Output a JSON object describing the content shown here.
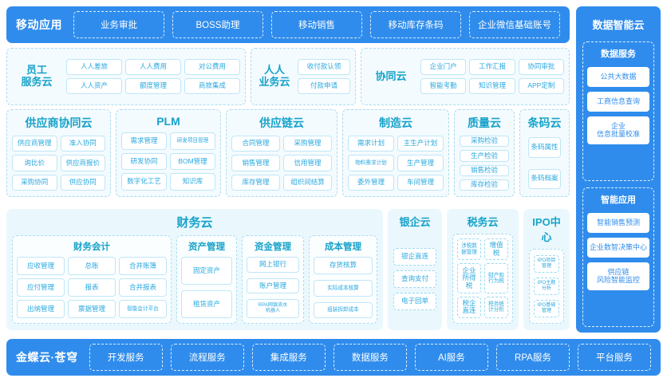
{
  "topbar": {
    "title": "移动应用",
    "items": [
      "业务审批",
      "BOSS助理",
      "移动销售",
      "移动库存条码",
      "企业微信基础账号"
    ]
  },
  "bottombar": {
    "title": "金蝶云·苍穹",
    "items": [
      "开发服务",
      "流程服务",
      "集成服务",
      "数据服务",
      "AI服务",
      "RPA服务",
      "平台服务"
    ]
  },
  "right_column": {
    "title": "数据智能云",
    "groups": [
      {
        "title": "数据服务",
        "items": [
          "公共大数据",
          "工商信息查询",
          "企业\n信息批量校准"
        ]
      },
      {
        "title": "智能应用",
        "items": [
          "智能销售预测",
          "企业数智决策中心",
          "供应链\n风险智能监控"
        ]
      }
    ]
  },
  "row1": [
    {
      "title": "员工\n服务云",
      "items": [
        "人人差旅",
        "人人费用",
        "对公费用",
        "人人资产",
        "额度管理",
        "商旅集成"
      ],
      "cols": 3
    },
    {
      "title": "人人\n业务云",
      "items": [
        "收付款认领",
        "付款申请"
      ],
      "cols": 1
    },
    {
      "title": "协同云",
      "items": [
        "企业门户",
        "工作汇报",
        "协同审批",
        "智能考勤",
        "知识管理",
        "APP定制"
      ],
      "cols": 3
    }
  ],
  "row2": [
    {
      "title": "供应商协同云",
      "items": [
        "供应商管理",
        "准入协同",
        "询比价",
        "供应商报价",
        "采购协同",
        "供应协同"
      ],
      "cols": 2
    },
    {
      "title": "PLM",
      "items": [
        "需求管理",
        "研发项目管理",
        "研发协同",
        "BOM管理",
        "数字化工艺",
        "知识库"
      ],
      "cols": 2
    },
    {
      "title": "供应链云",
      "items": [
        "合同管理",
        "采购管理",
        "销售管理",
        "信用管理",
        "库存管理",
        "组织间结算"
      ],
      "cols": 2
    },
    {
      "title": "制造云",
      "items": [
        "需求计划",
        "主生产计划",
        "物料需求计划",
        "生产管理",
        "委外管理",
        "车间管理"
      ],
      "cols": 2
    },
    {
      "title": "质量云",
      "items": [
        "采购检验",
        "生产检验",
        "销售检验",
        "库存检验"
      ],
      "cols": 1
    },
    {
      "title": "条码云",
      "items": [
        "条码属性",
        "条码档案"
      ],
      "cols": 1
    }
  ],
  "row3": {
    "finance": {
      "title": "财务云",
      "subgroups": [
        {
          "title": "财务会计",
          "cols": 3,
          "items": [
            "应收管理",
            "总账",
            "合并账簿",
            "应付管理",
            "报表",
            "合并报表",
            "出纳管理",
            "票据管理",
            "智能会计平台"
          ]
        },
        {
          "title": "资产管理",
          "cols": 1,
          "items": [
            "固定资产",
            "租赁资产"
          ]
        },
        {
          "title": "资金管理",
          "cols": 1,
          "items": [
            "网上银行",
            "账户管理",
            "RPA网银流水\n机器人"
          ]
        },
        {
          "title": "成本管理",
          "cols": 1,
          "items": [
            "存货核算",
            "实际成本核算",
            "组装拆卸成本"
          ]
        }
      ]
    },
    "bank": {
      "title": "银企云",
      "items": [
        "银企直连",
        "查询支付",
        "电子回单"
      ]
    },
    "tax": {
      "title": "税务云",
      "cols": 2,
      "items": [
        "涉税数据管理",
        "增值税",
        "企业所得税",
        "财产和行为税",
        "税企直连",
        "税务统计分析"
      ]
    },
    "ipo": {
      "title": "IPO中心",
      "items": [
        "IPO项目管理",
        "IPO主题分析",
        "IPO基础管理"
      ]
    }
  },
  "colors": {
    "brand_blue": "#2f8cec",
    "cyan_text": "#17a2c9",
    "chip_text": "#2aa8df",
    "panel_bg": "#eaf8fd",
    "card_bg": "#f4fbfe"
  }
}
